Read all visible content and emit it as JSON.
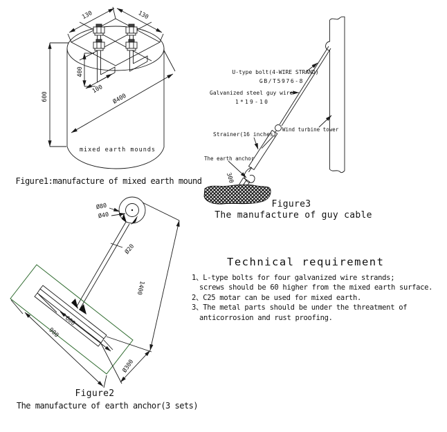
{
  "figure1": {
    "caption": "Figure1:manufacture of mixed earth mound",
    "mound_label": "mixed earth mounds",
    "dim_130_left": "130",
    "dim_130_right": "130",
    "dim_400": "400",
    "dim_100": "100",
    "dim_600": "600",
    "dim_dia400": "Ø400"
  },
  "figure3": {
    "caption_title": "Figure3",
    "caption_subtitle": "The manufacture of guy cable",
    "label_ubolt_1": "U-type bolt(4-WIRE STRAND)",
    "label_ubolt_2": "GB/T5976-8",
    "label_wire_1": "Galvanized steel guy wire",
    "label_wire_2": "1*19-10",
    "label_strainer": "Strainer(16 inches)",
    "label_tower": "Wind turbine tower",
    "label_anchor": "The earth anchor",
    "dim_300": "300"
  },
  "figure2": {
    "caption_title": "Figure2",
    "caption_subtitle": "The manufacture of earth anchor(3 sets)",
    "dim_dia80": "Ø80",
    "dim_dia40": "Ø40",
    "dim_dia20": "Ø20",
    "dim_1400": "1400",
    "dim_600": "600",
    "dim_900": "900",
    "dim_dia300": "Ø300"
  },
  "technical": {
    "title": "Technical requirement",
    "lines": [
      {
        "text": "1、L-type bolts for four galvanized wire strands;",
        "indent": false
      },
      {
        "text": "screws should be 60 higher from the mixed earth surface.",
        "indent": true
      },
      {
        "text": "2、C25 motar can be used for mixed earth.",
        "indent": false
      },
      {
        "text": "3、The metal parts should be under the threatment of",
        "indent": false
      },
      {
        "text": "anticorrosion and rust proofing.",
        "indent": true
      }
    ]
  },
  "colors": {
    "line": "#1a1a1a",
    "anchor_outline_green": "#2f6b2f",
    "background": "#ffffff"
  }
}
